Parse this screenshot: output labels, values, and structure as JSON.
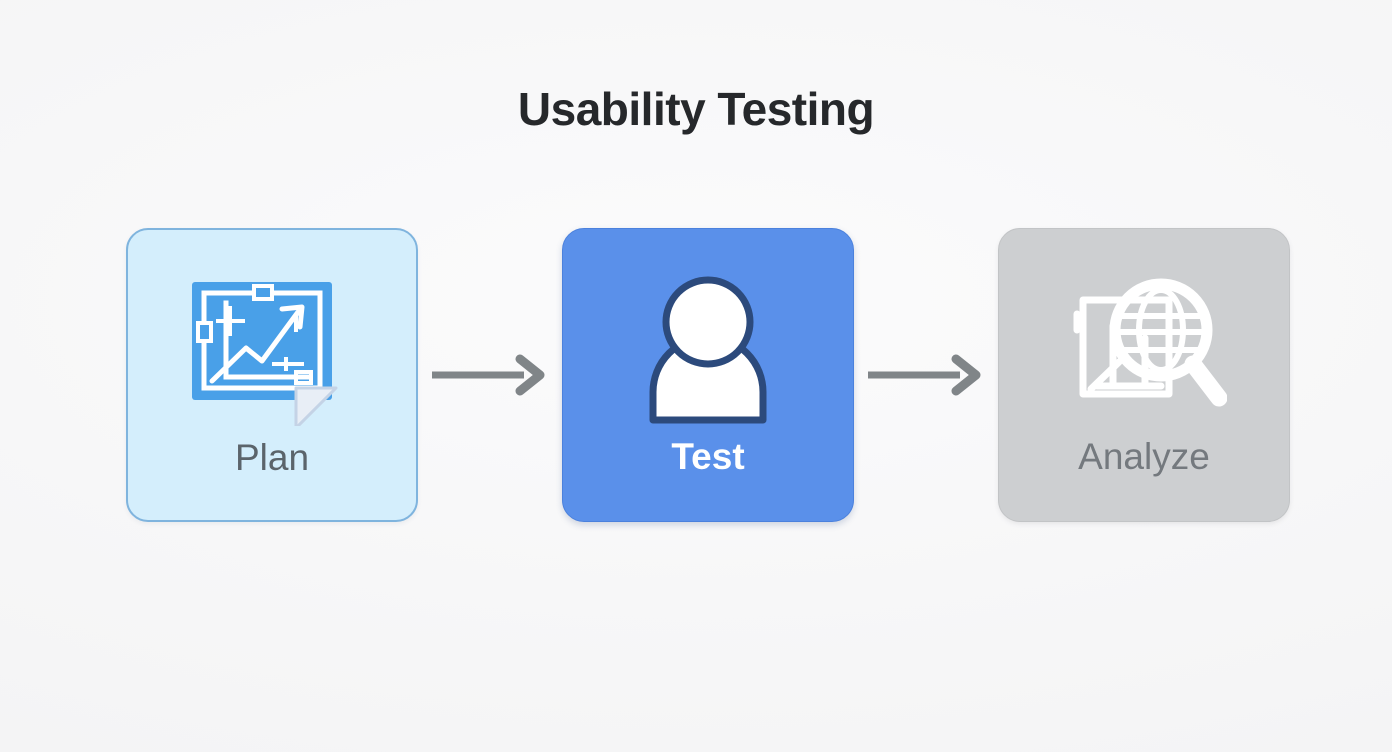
{
  "page": {
    "title": "Usability Testing",
    "background_color": "#f7f7f8",
    "title_color": "#26282b"
  },
  "flow": {
    "steps": [
      {
        "id": "plan",
        "label": "Plan",
        "icon": "blueprint-chart-icon",
        "card_color": "#d4eefc",
        "border_color": "#7fb4de",
        "label_color": "#5b646b",
        "state": "upcoming"
      },
      {
        "id": "test",
        "label": "Test",
        "icon": "user-person-icon",
        "card_color": "#5a90ea",
        "border_color": "#4b81dd",
        "label_color": "#ffffff",
        "state": "active"
      },
      {
        "id": "analyze",
        "label": "Analyze",
        "icon": "magnifier-globe-blueprint-icon",
        "card_color": "#cdcfd1",
        "border_color": "#c2c4c6",
        "label_color": "#74797e",
        "state": "disabled"
      }
    ],
    "connectors": [
      {
        "id": "plan-to-test",
        "icon": "arrow-right-icon",
        "color": "#808588"
      },
      {
        "id": "test-to-analyze",
        "icon": "arrow-right-icon",
        "color": "#808588"
      }
    ]
  }
}
